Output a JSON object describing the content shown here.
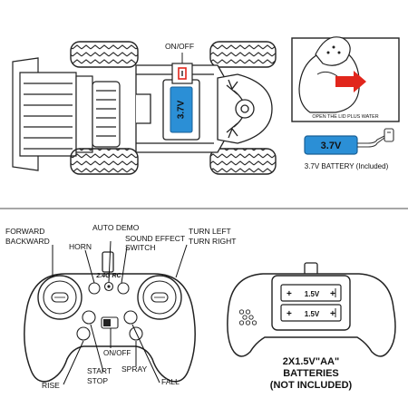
{
  "car": {
    "switch_label": "ON/OFF",
    "battery_label": "3.7V"
  },
  "lid_inset": {
    "caption": "OPEN THE LID  PLUS  WATER"
  },
  "battery_pack": {
    "label": "3.7V",
    "caption": "3.7V BATTERY (Included)"
  },
  "controller": {
    "callouts": {
      "forward_backward": [
        "FORWARD",
        "BACKWARD"
      ],
      "horn": "HORN",
      "auto_demo": "AUTO DEMO",
      "sound_effect": [
        "SOUND EFFECT",
        "SWITCH"
      ],
      "turn": [
        "TURN LEFT",
        "TURN RIGHT"
      ],
      "on_off": "ON/OFF",
      "spray": "SPRAY",
      "start_stop": [
        "START",
        "STOP"
      ],
      "rise": "RISE",
      "fall": "FALL"
    },
    "brand": "2.4G  RC"
  },
  "back_view": {
    "cell_label": "1.5V",
    "note": [
      "2X1.5V\"AA\"",
      "BATTERIES",
      "(NOT INCLUDED)"
    ]
  },
  "colors": {
    "battery_blue": "#2b8fd6",
    "arrow_red": "#e1261c",
    "ink": "#111111",
    "divider": "#8a8a8a"
  }
}
